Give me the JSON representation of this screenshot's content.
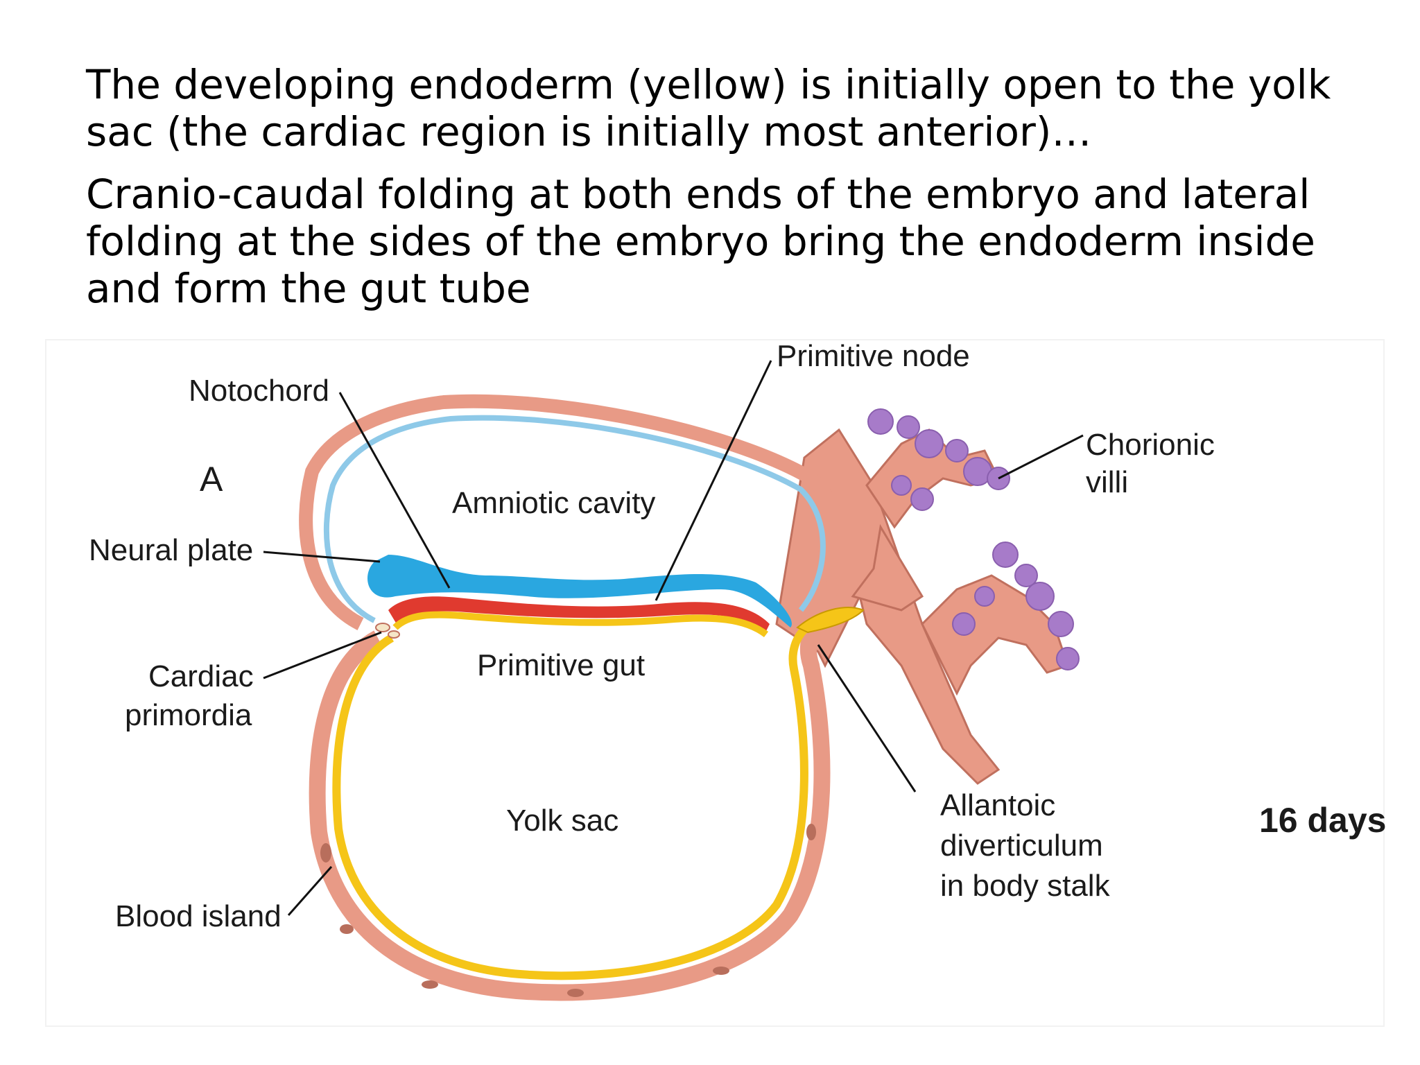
{
  "slide": {
    "paragraph1": "The developing endoderm (yellow) is initially open to the yolk sac (the cardiac region is initially most anterior)…",
    "paragraph2": "Cranio-caudal folding at both ends of the embryo and lateral folding at the sides of the embryo bring the endoderm inside and form the gut tube"
  },
  "diagram": {
    "panel_letter": "A",
    "age": "16 days",
    "labels": {
      "notochord": "Notochord",
      "primitive_node": "Primitive node",
      "chorionic": "Chorionic",
      "villi": "villi",
      "amniotic_cavity": "Amniotic cavity",
      "neural_plate": "Neural plate",
      "cardiac": "Cardiac",
      "primordia": "primordia",
      "primitive_gut": "Primitive gut",
      "yolk_sac": "Yolk sac",
      "allantoic": "Allantoic",
      "diverticulum": "diverticulum",
      "body_stalk": "in body stalk",
      "blood_island": "Blood island"
    },
    "colors": {
      "endoderm": "#f5c518",
      "ectoderm_amnion": "#8ec9e8",
      "neural_plate": "#2aa7e0",
      "mesoderm": "#e03a2f",
      "extraembryonic_mesoderm": "#e89a86",
      "chorionic_villi": "#a77bc9"
    }
  }
}
